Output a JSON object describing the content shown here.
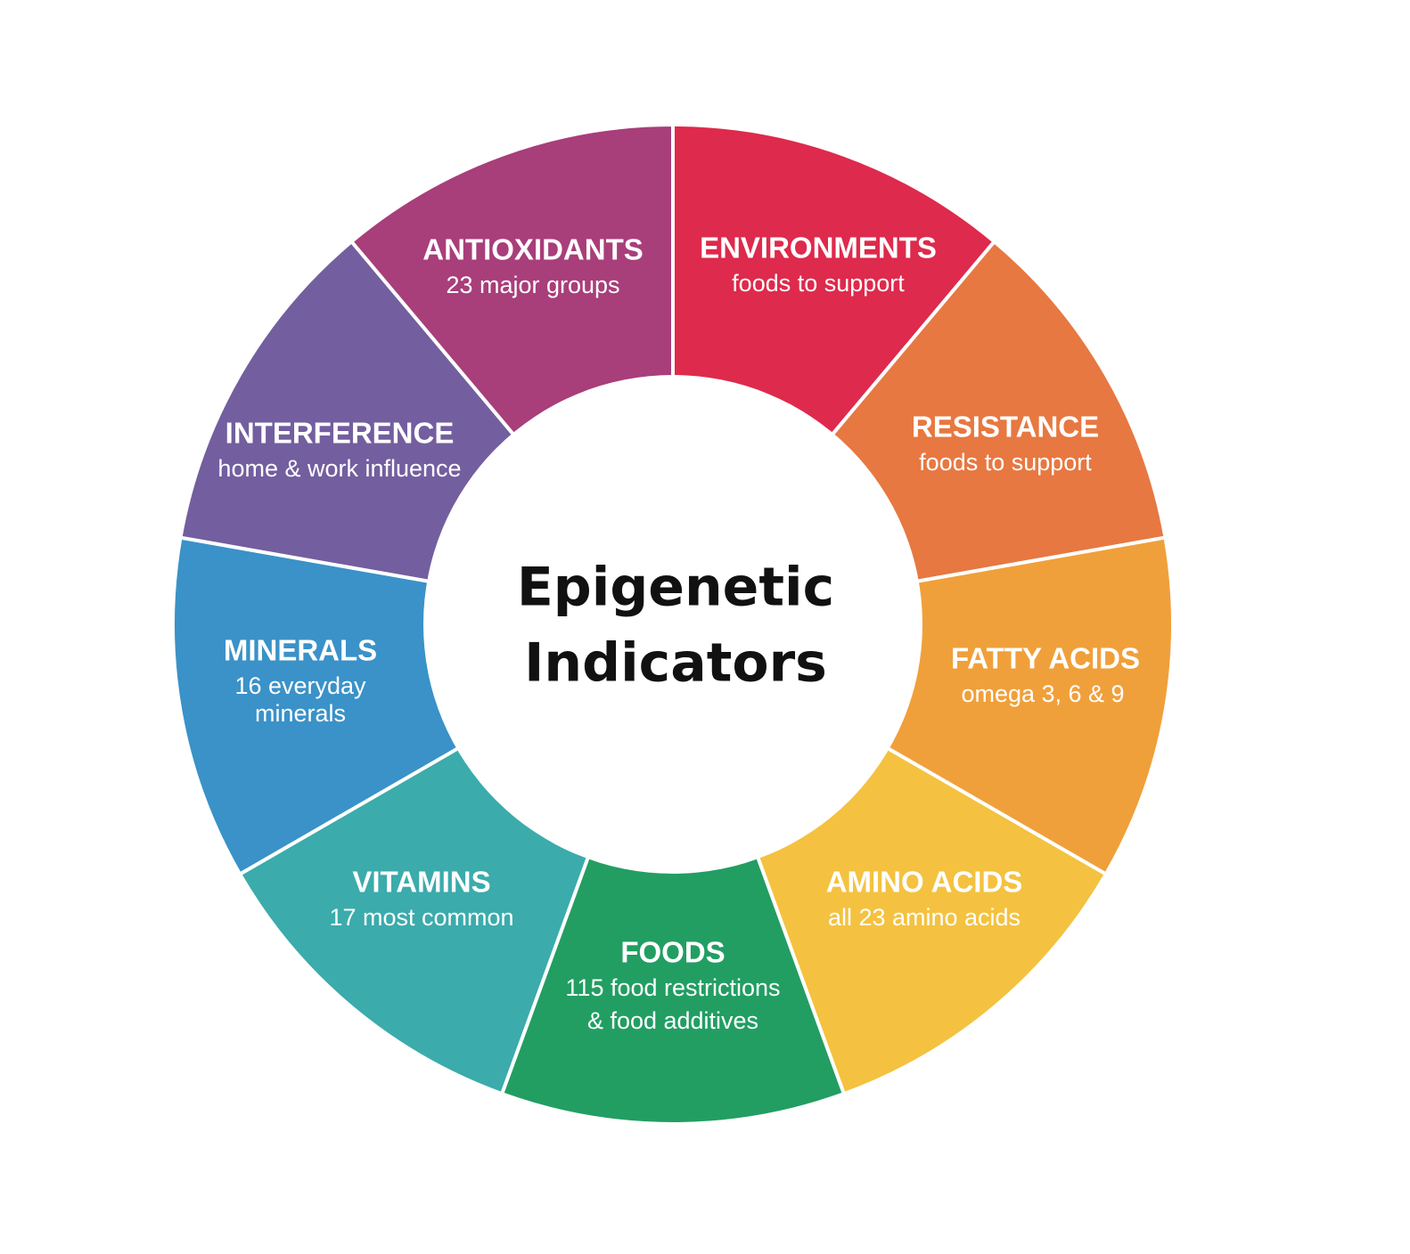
{
  "title": [
    "Epigenetic",
    "Indicators"
  ],
  "segments": [
    {
      "name": "ENVIRONMENTS",
      "lines": [
        "foods to support"
      ],
      "color": "#DE2A4C"
    },
    {
      "name": "RESISTANCE",
      "lines": [
        "foods to support"
      ],
      "color": "#E77841"
    },
    {
      "name": "FATTY ACIDS",
      "lines": [
        "omega 3, 6 & 9"
      ],
      "color": "#F0A03A"
    },
    {
      "name": "AMINO ACIDS",
      "lines": [
        "all 23 amino acids"
      ],
      "color": "#F4C240"
    },
    {
      "name": "FOODS",
      "lines": [
        "115 food restrictions",
        "& food additives"
      ],
      "color": "#229E63"
    },
    {
      "name": "VITAMINS",
      "lines": [
        "17 most common"
      ],
      "color": "#3BABAC"
    },
    {
      "name": "MINERALS",
      "lines": [
        "16 everyday",
        "minerals"
      ],
      "color": "#3A92C8"
    },
    {
      "name": "INTERFERENCE",
      "lines": [
        "home & work influence"
      ],
      "color": "#735E9F"
    },
    {
      "name": "ANTIOXIDANTS",
      "lines": [
        "23 major groups"
      ],
      "color": "#A83E7A"
    }
  ]
}
